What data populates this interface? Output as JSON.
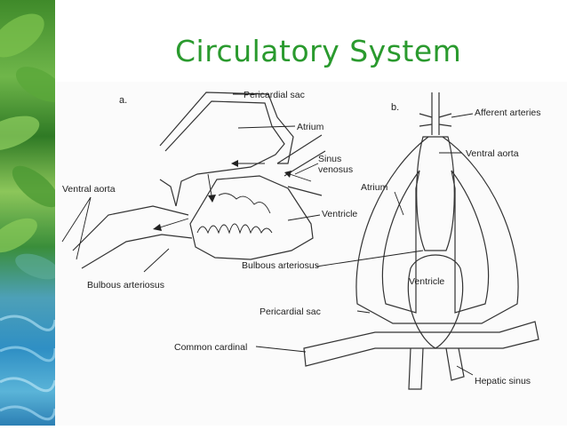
{
  "slide": {
    "title": "Circulatory System"
  },
  "diagram": {
    "panel_a": {
      "panel_label": "a.",
      "labels": {
        "pericardial_sac": "Pericardial sac",
        "atrium": "Atrium",
        "sinus": "Sinus",
        "venosus": "venosus",
        "ventral_aorta": "Ventral aorta",
        "ventricle": "Ventricle",
        "bulbous_arteriosus": "Bulbous arteriosus"
      }
    },
    "panel_b": {
      "panel_label": "b.",
      "labels": {
        "afferent_arteries": "Afferent arteries",
        "ventral_aorta": "Ventral aorta",
        "atrium": "Atrium",
        "bulbous_arteriosus": "Bulbous arteriosus",
        "ventricle": "Ventricle",
        "pericardial_sac": "Pericardial sac",
        "common_cardinal": "Common cardinal",
        "hepatic_sinus": "Hepatic sinus"
      }
    }
  },
  "icons": {
    "flow_arrow": "flow-arrow-icon"
  }
}
